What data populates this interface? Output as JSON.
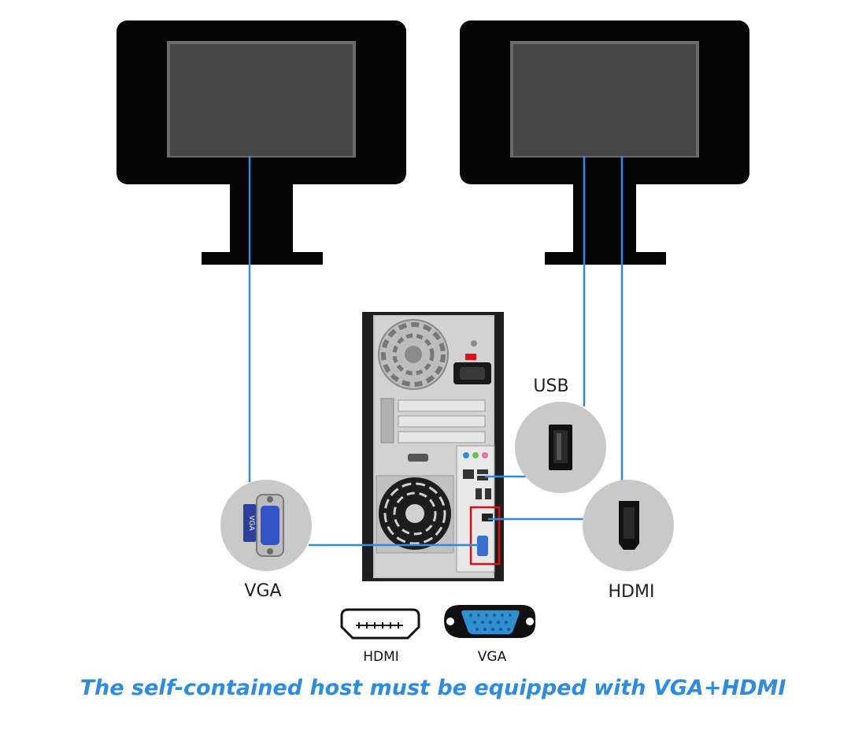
{
  "labels": {
    "usb": "USB",
    "vga": "VGA",
    "hdmi": "HDMI",
    "legend_hdmi": "HDMI",
    "legend_vga": "VGA",
    "vga_plate": "VGA"
  },
  "caption": "The self-contained host must be equipped with VGA+HDMI",
  "colors": {
    "cable": "#2b8ce0",
    "caption": "#2b8ce0",
    "monitor": "#050505",
    "screen": "#454545",
    "callout_circle": "#c9c9c9",
    "highlight": "#e01010",
    "vga_port": "#2f8fd0"
  }
}
